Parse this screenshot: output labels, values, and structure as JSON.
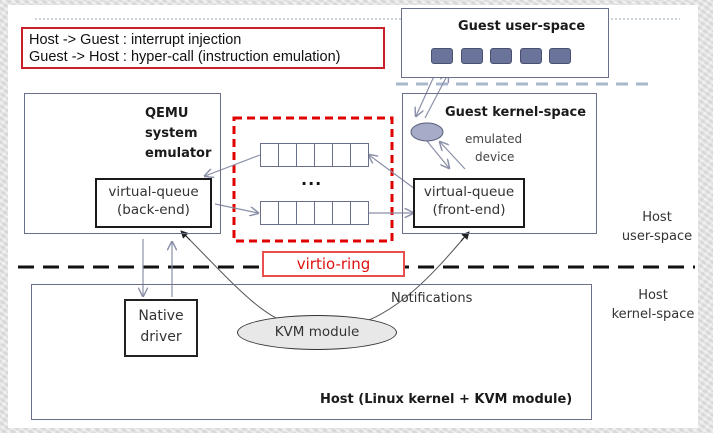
{
  "legend": {
    "line1": "Host -> Guest : interrupt injection",
    "line2": "Guest -> Host : hyper-call (instruction emulation)"
  },
  "guest_user_space": {
    "title": "Guest user-space",
    "process_count": 5
  },
  "guest_kernel_space": {
    "title": "Guest kernel-space",
    "emulated_device_line1": "emulated",
    "emulated_device_line2": "device",
    "vq_line1": "virtual-queue",
    "vq_line2": "(front-end)"
  },
  "qemu": {
    "line1": "QEMU",
    "line2": "system",
    "line3": "emulator",
    "vq_line1": "virtual-queue",
    "vq_line2": "(back-end)"
  },
  "virtio_ring": {
    "label": "virtio-ring",
    "ellipsis": "...",
    "cells_per_queue": 6
  },
  "host_user_space": {
    "line1": "Host",
    "line2": "user-space"
  },
  "host_kernel_space": {
    "line1": "Host",
    "line2": "kernel-space"
  },
  "host": {
    "title": "Host (Linux kernel + KVM module)",
    "native_driver_line1": "Native",
    "native_driver_line2": "driver",
    "kvm_module": "KVM module",
    "notifications": "Notifications"
  },
  "colors": {
    "legend_border": "#c8202a",
    "virtio_border": "#e85050",
    "virtio_text": "#e01010",
    "dashed_region": "#e00000",
    "box_border": "#6a6f8a",
    "process_block": "#6a7399"
  }
}
